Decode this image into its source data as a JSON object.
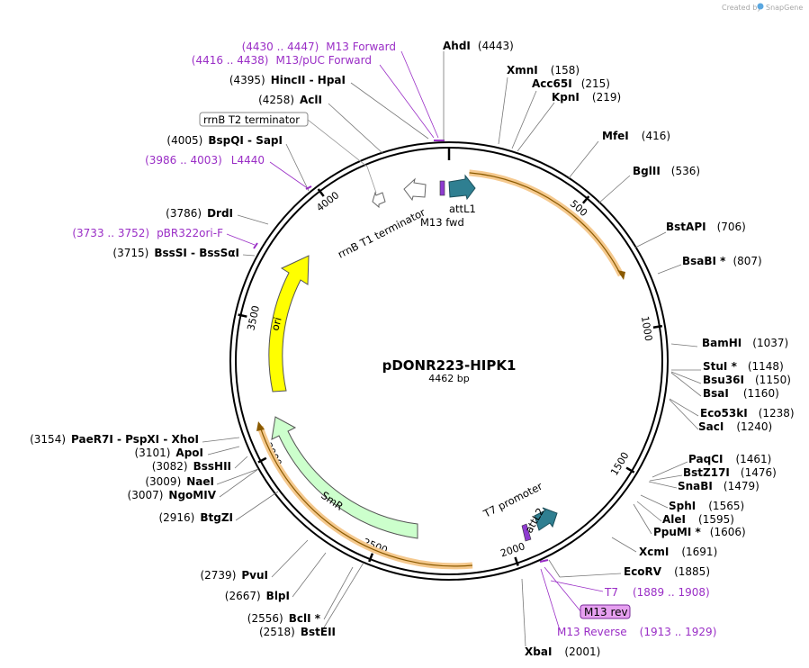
{
  "credit": {
    "text": "Created by",
    "brand": "SnapGene"
  },
  "plasmid": {
    "name": "pDONR223-HIPK1",
    "size_label": "4462 bp",
    "length": 4462
  },
  "ticks": [
    {
      "label": "500",
      "pos": 500
    },
    {
      "label": "1000",
      "pos": 1000
    },
    {
      "label": "1500",
      "pos": 1500
    },
    {
      "label": "2000",
      "pos": 2000
    },
    {
      "label": "2500",
      "pos": 2500
    },
    {
      "label": "3000",
      "pos": 3000
    },
    {
      "label": "3500",
      "pos": 3500
    },
    {
      "label": "4000",
      "pos": 4000
    }
  ],
  "sites": [
    {
      "id": "ahdi",
      "name": "AhdI",
      "pos_label": "(4443)"
    },
    {
      "id": "xmni",
      "name": "XmnI",
      "pos_label": "(158)"
    },
    {
      "id": "acc65i",
      "name": "Acc65I",
      "pos_label": "(215)"
    },
    {
      "id": "kpni",
      "name": "KpnI",
      "pos_label": "(219)"
    },
    {
      "id": "mfei",
      "name": "MfeI",
      "pos_label": "(416)"
    },
    {
      "id": "bglii",
      "name": "BglII",
      "pos_label": "(536)"
    },
    {
      "id": "bstapi",
      "name": "BstAPI",
      "pos_label": "(706)"
    },
    {
      "id": "bsabi",
      "name": "BsaBI *",
      "pos_label": "(807)"
    },
    {
      "id": "bamhi",
      "name": "BamHI",
      "pos_label": "(1037)"
    },
    {
      "id": "stui",
      "name": "StuI *",
      "pos_label": "(1148)"
    },
    {
      "id": "bsu36i",
      "name": "Bsu36I",
      "pos_label": "(1150)"
    },
    {
      "id": "bsai",
      "name": "BsaI",
      "pos_label": "(1160)"
    },
    {
      "id": "eco53ki",
      "name": "Eco53kI",
      "pos_label": "(1238)"
    },
    {
      "id": "saci",
      "name": "SacI",
      "pos_label": "(1240)"
    },
    {
      "id": "paqci",
      "name": "PaqCI",
      "pos_label": "(1461)"
    },
    {
      "id": "bstz17i",
      "name": "BstZ17I",
      "pos_label": "(1476)"
    },
    {
      "id": "snabi",
      "name": "SnaBI",
      "pos_label": "(1479)"
    },
    {
      "id": "sphi",
      "name": "SphI",
      "pos_label": "(1565)"
    },
    {
      "id": "alei",
      "name": "AleI",
      "pos_label": "(1595)"
    },
    {
      "id": "ppumi",
      "name": "PpuMI *",
      "pos_label": "(1606)"
    },
    {
      "id": "xcmi",
      "name": "XcmI",
      "pos_label": "(1691)"
    },
    {
      "id": "ecorv",
      "name": "EcoRV",
      "pos_label": "(1885)"
    },
    {
      "id": "xbai",
      "name": "XbaI",
      "pos_label": "(2001)"
    },
    {
      "id": "bsteii",
      "name": "BstEII",
      "pos_label": "(2518)"
    },
    {
      "id": "bcli",
      "name": "BclI *",
      "pos_label": "(2556)"
    },
    {
      "id": "blpi",
      "name": "BlpI",
      "pos_label": "(2667)"
    },
    {
      "id": "pvui",
      "name": "PvuI",
      "pos_label": "(2739)"
    },
    {
      "id": "btgzi",
      "name": "BtgZI",
      "pos_label": "(2916)"
    },
    {
      "id": "ngomiv",
      "name": "NgoMIV",
      "pos_label": "(3007)"
    },
    {
      "id": "naei",
      "name": "NaeI",
      "pos_label": "(3009)"
    },
    {
      "id": "bsshii",
      "name": "BssHII",
      "pos_label": "(3082)"
    },
    {
      "id": "apoi",
      "name": "ApoI",
      "pos_label": "(3101)"
    },
    {
      "id": "paer7i",
      "name": "PaeR7I  - PspXI  - XhoI",
      "pos_label": "(3154)"
    },
    {
      "id": "bsssi",
      "name": "BssSI  - BssSαI",
      "pos_label": "(3715)"
    },
    {
      "id": "drdi",
      "name": "DrdI",
      "pos_label": "(3786)"
    },
    {
      "id": "bspqi",
      "name": "BspQI  - SapI",
      "pos_label": "(4005)"
    },
    {
      "id": "acli",
      "name": "AclI",
      "pos_label": "(4258)"
    },
    {
      "id": "hincii",
      "name": "HincII  - HpaI",
      "pos_label": "(4395)"
    }
  ],
  "primers": [
    {
      "id": "m13fwd",
      "name": "M13 Forward",
      "range": "(4430 .. 4447)"
    },
    {
      "id": "m13puc",
      "name": "M13/pUC Forward",
      "range": "(4416 .. 4438)"
    },
    {
      "id": "l4440",
      "name": "L4440",
      "range": "(3986 .. 4003)"
    },
    {
      "id": "pbr322",
      "name": "pBR322ori-F",
      "range": "(3733 .. 3752)"
    },
    {
      "id": "t7",
      "name": "T7",
      "range": "(1889 .. 1908)"
    },
    {
      "id": "m13rev",
      "name": "M13 rev",
      "range": ""
    },
    {
      "id": "m13reverse",
      "name": "M13 Reverse",
      "range": "(1913 .. 1929)"
    }
  ],
  "features": {
    "rrnb_t2": "rrnB T2 terminator",
    "rrnb_t1": "rrnB T1 terminator",
    "attl1": "attL1",
    "m13_fwd": "M13 fwd",
    "t7_promoter": "T7 promoter",
    "attl2": "attL2",
    "ori": "ori",
    "smr": "SmR"
  },
  "colors": {
    "purple": "#9a2ec6",
    "att": "#2f7f91",
    "ori": "#ffff00",
    "smr": "#ccffcc",
    "orf": "#f5b04c",
    "highlight": "#e6a0f0"
  }
}
